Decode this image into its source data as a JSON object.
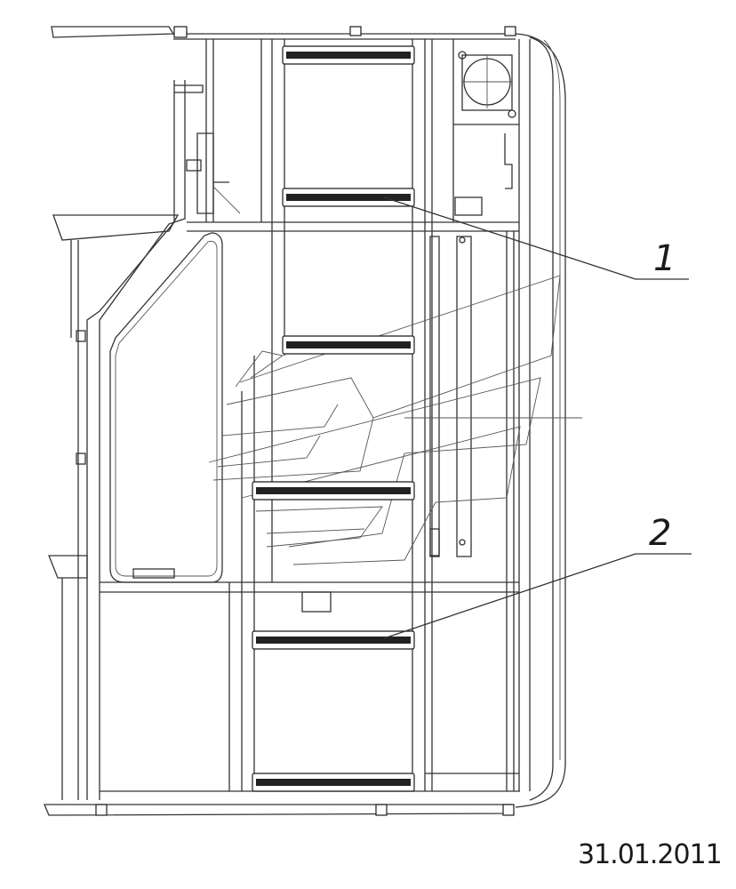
{
  "callouts": [
    {
      "id": "1",
      "label": "1"
    },
    {
      "id": "2",
      "label": "2"
    }
  ],
  "date_stamp": "31.01.2011",
  "colors": {
    "line": "#333333",
    "background": "#ffffff"
  }
}
